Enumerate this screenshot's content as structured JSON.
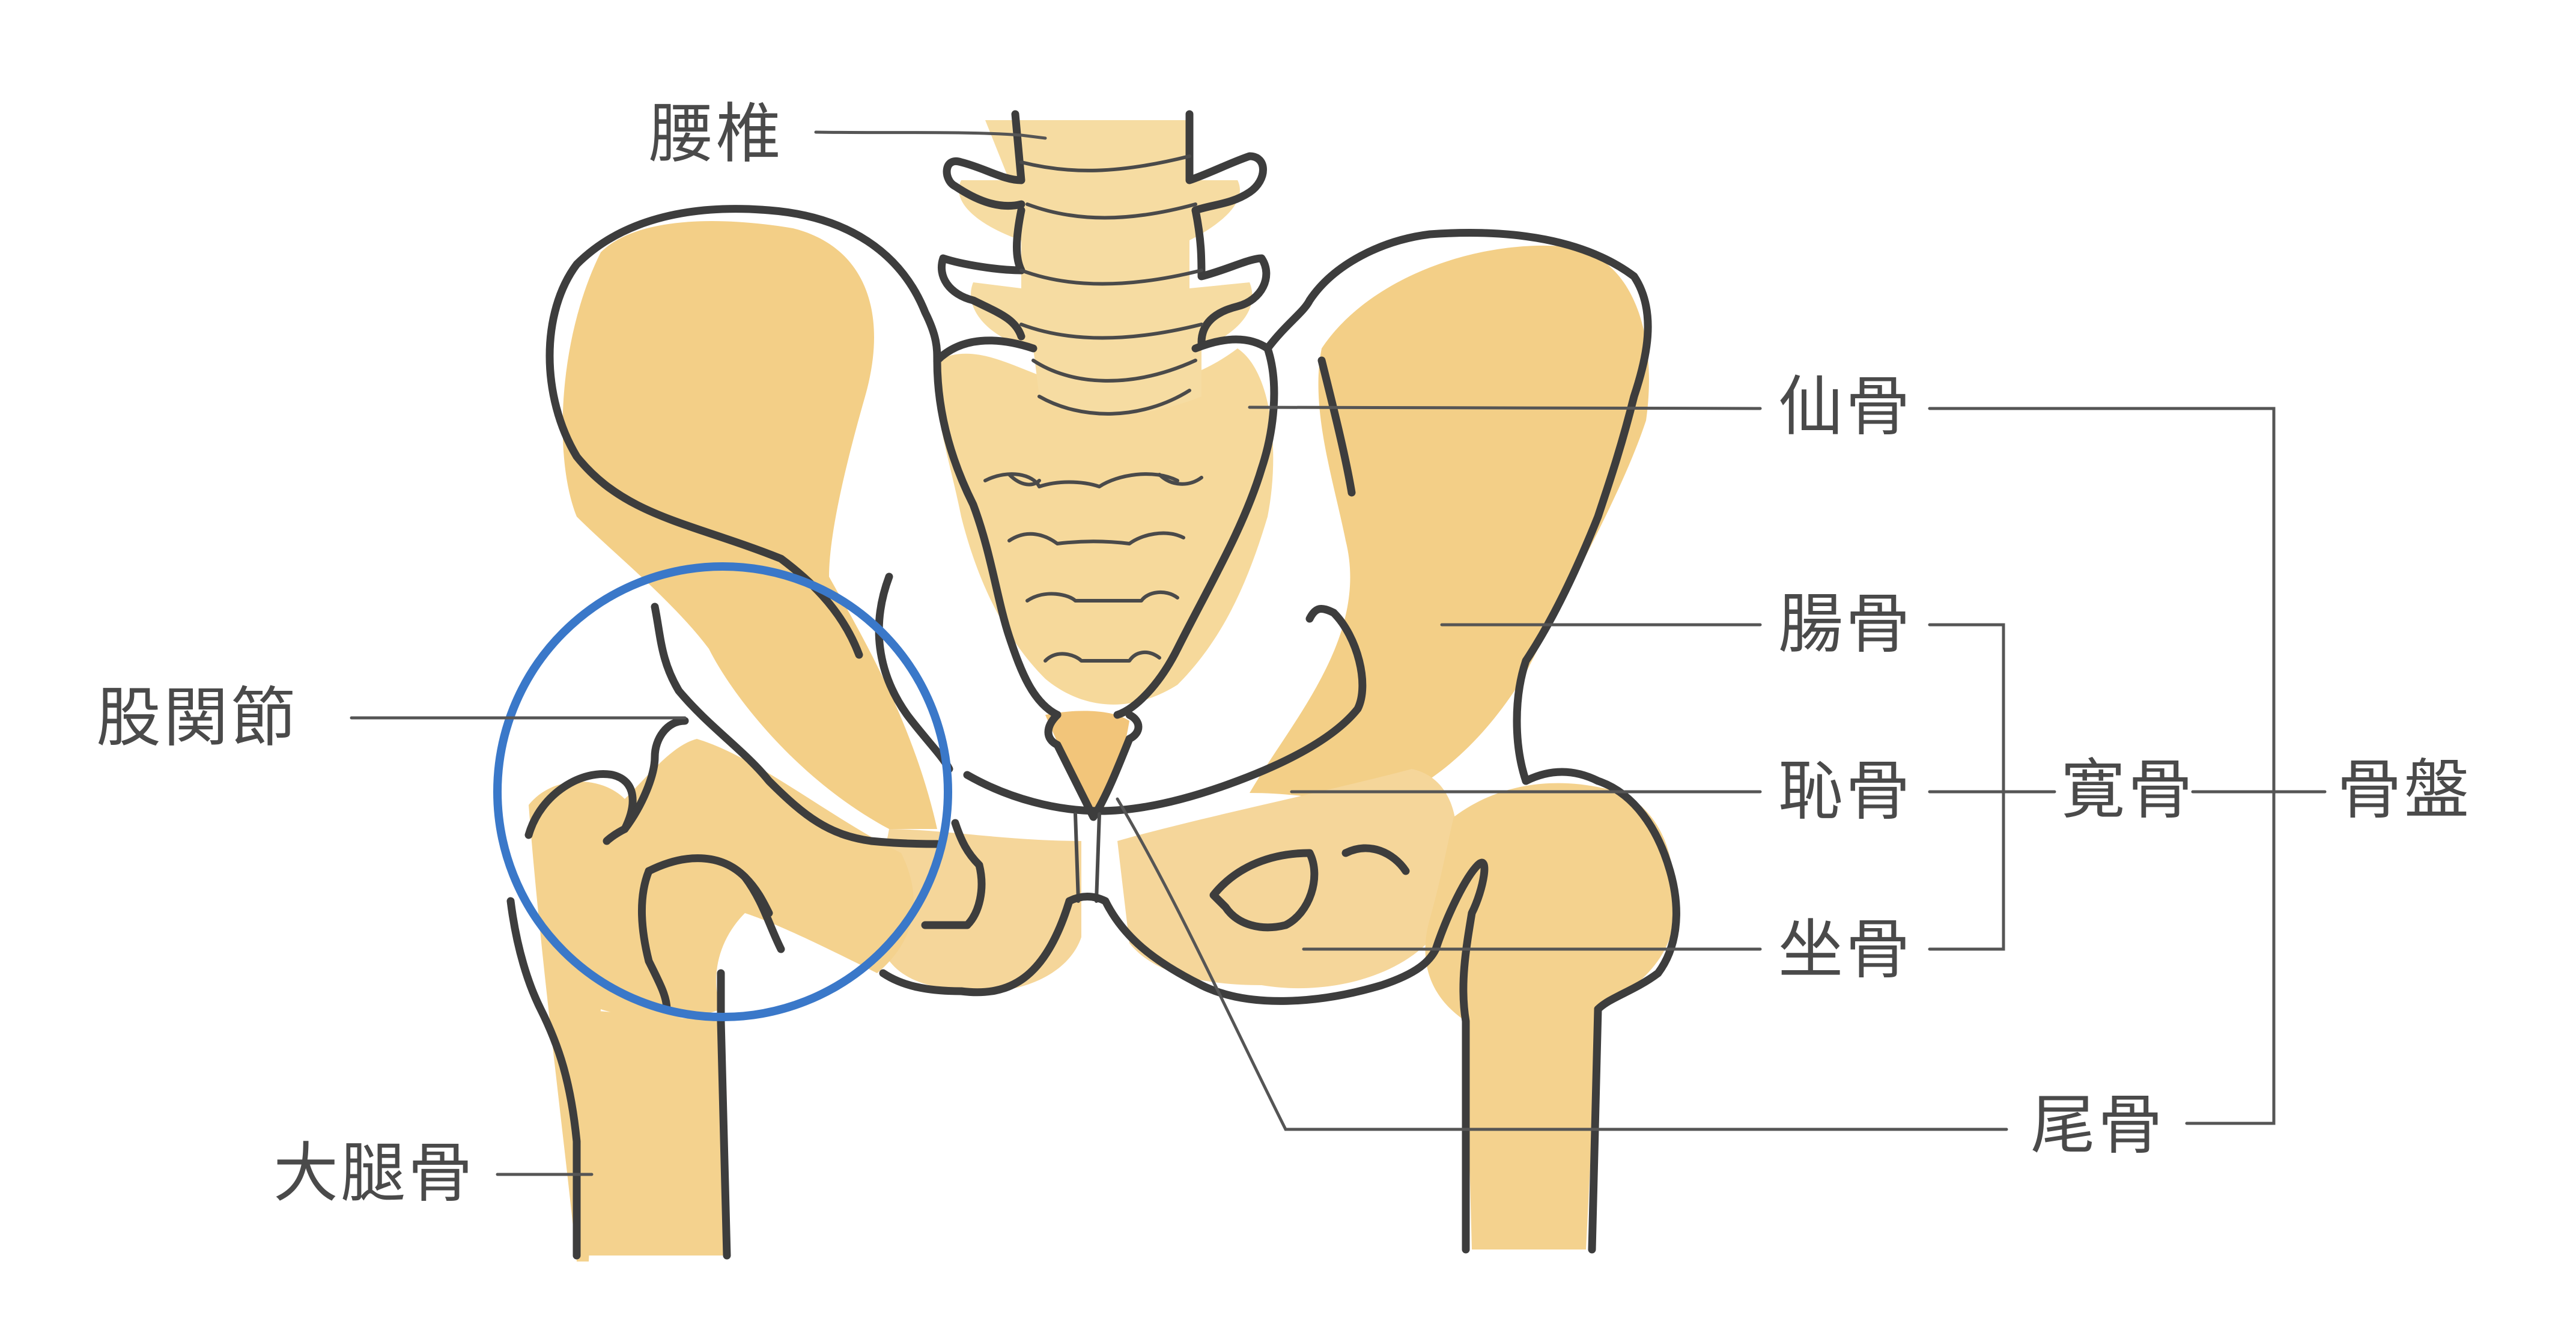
{
  "figure": {
    "subject": "pelvis-anatomy-front-view",
    "colors": {
      "bone_fill": "#f5d896",
      "bone_fill_dark": "#f0c57a",
      "ink": "#3d3d3d",
      "label_text": "#4a4a4a",
      "highlight_circle": "#3a78c9",
      "background": "#ffffff"
    }
  },
  "labels": {
    "lumbar": "腰椎",
    "sacrum": "仙骨",
    "ilium": "腸骨",
    "pubis": "恥骨",
    "ischium": "坐骨",
    "coccyx": "尾骨",
    "hip_bone": "寛骨",
    "pelvis": "骨盤",
    "hip_joint": "股関節",
    "femur": "大腿骨"
  },
  "groupings": {
    "hip_bone": [
      "腸骨",
      "恥骨",
      "坐骨"
    ],
    "pelvis": [
      "仙骨",
      "寛骨",
      "尾骨"
    ]
  },
  "highlight": {
    "target": "股関節",
    "shape": "circle"
  }
}
